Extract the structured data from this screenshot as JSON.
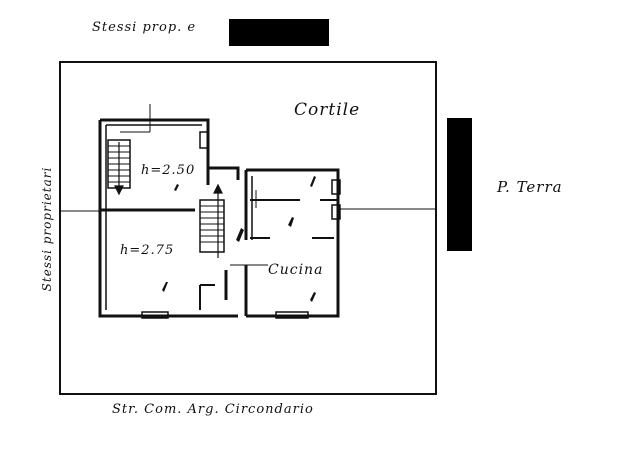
{
  "header": {
    "top_note": "Stessi prop. e"
  },
  "plan": {
    "cortile_label": "Cortile",
    "floor_label": "P. Terra",
    "left_side_label": "Stessi proprietari",
    "bottom_label": "Str. Com. Arg. Circondario",
    "rooms": [
      {
        "height_label": "h=2.50"
      },
      {
        "height_label": "h=2.75"
      },
      {
        "name": "Cucina"
      }
    ]
  }
}
